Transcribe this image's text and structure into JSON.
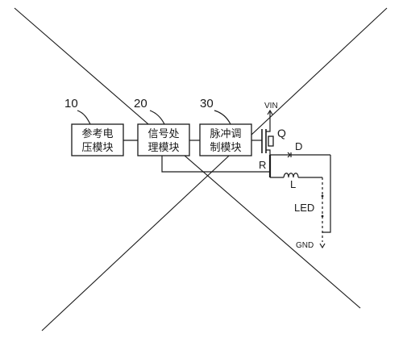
{
  "diagram": {
    "blocks": [
      {
        "id": "10",
        "line1": "参考电",
        "line2": "压模块"
      },
      {
        "id": "20",
        "line1": "信号处",
        "line2": "理模块"
      },
      {
        "id": "30",
        "line1": "脉冲调",
        "line2": "制模块"
      }
    ],
    "components": {
      "vin": "VIN",
      "switch": "Q",
      "diode": "D",
      "resistor": "R",
      "inductor": "L",
      "led": "LED",
      "ground": "GND"
    },
    "colors": {
      "ink": "#1a1a1a",
      "background": "#ffffff"
    },
    "overlay": "cross-out"
  }
}
